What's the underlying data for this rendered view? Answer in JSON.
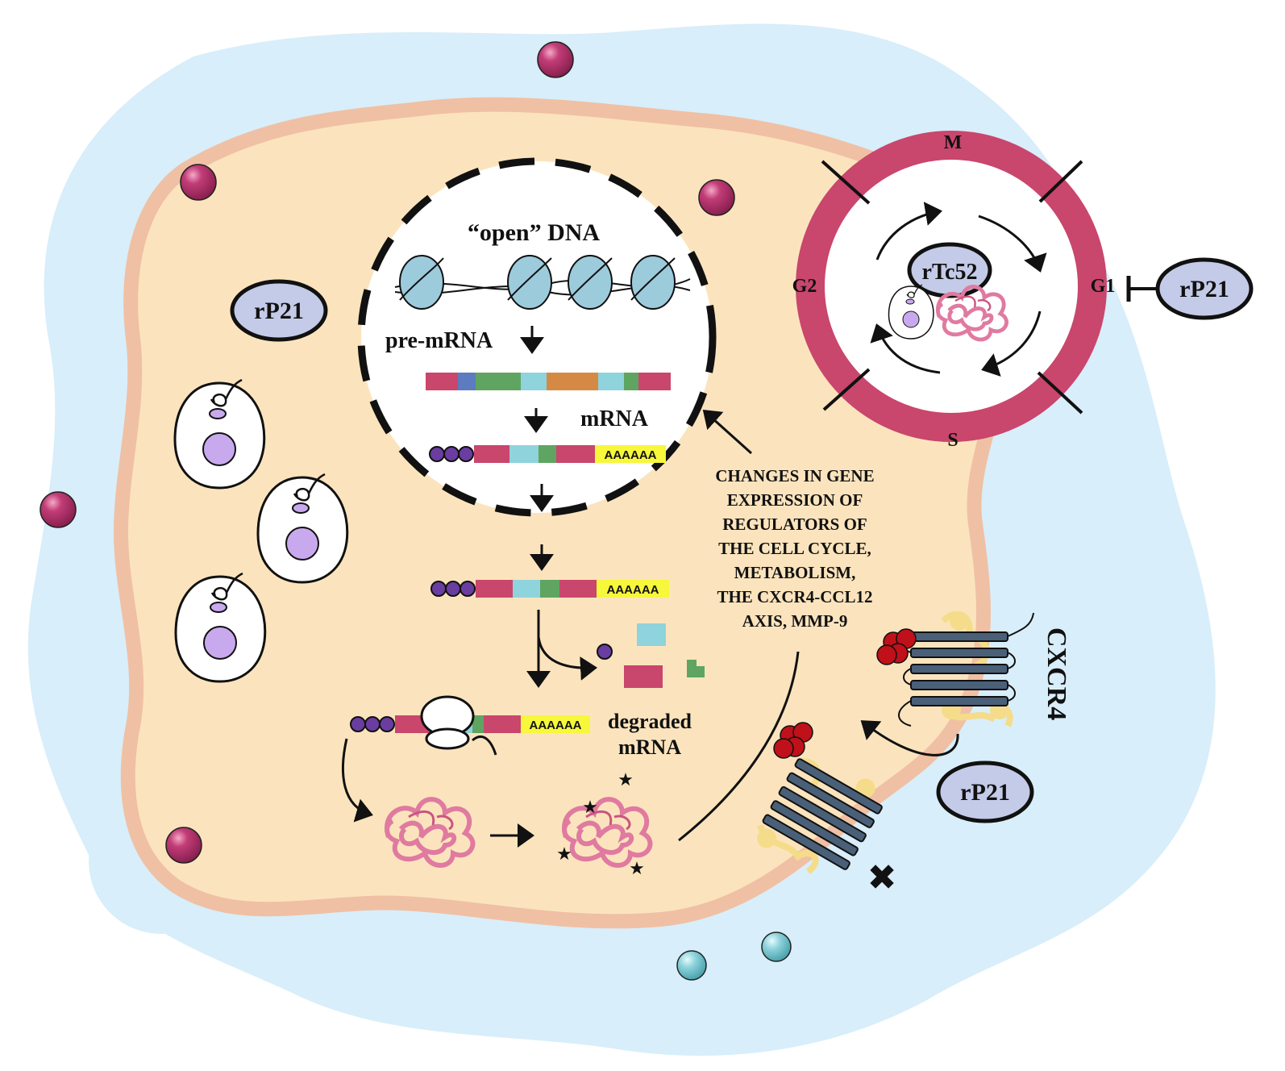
{
  "labels": {
    "open_dna": "“open” DNA",
    "pre_mrna": "pre-mRNA",
    "mrna": "mRNA",
    "degraded_1": "degraded",
    "degraded_2": "mRNA",
    "poly_a": "AAAAAA",
    "rp21": "rP21",
    "rtc52": "rTc52",
    "cxcr4": "CXCR4",
    "phase_m": "M",
    "phase_g1": "G1",
    "phase_s": "S",
    "phase_g2": "G2",
    "changes_lines": [
      "CHANGES IN GENE",
      "EXPRESSION OF",
      "REGULATORS OF",
      "THE CELL CYCLE,",
      "METABOLISM,",
      "THE CXCR4-CCL12",
      "AXIS, MMP-9"
    ]
  },
  "colors": {
    "extracellular": "#d8eefa",
    "cytoplasm": "#fbe4bd",
    "membrane": "#f3c5a8",
    "cycle_ring": "#c9466d",
    "ligand": "#b8336a",
    "ligand_teal": "#8fd3dc",
    "nucleosome": "#9ccbdc",
    "protein": "#e07aa0",
    "rp21_fill": "#c4cbe8",
    "poly_a": "#f7f73c",
    "receptor": "#4a6078",
    "ccl12": "#c0101a",
    "glycan": "#f5dc8a"
  },
  "icons": [
    "close-x-icon",
    "star-icon",
    "arrow-icon",
    "inhibition-bar-icon"
  ]
}
